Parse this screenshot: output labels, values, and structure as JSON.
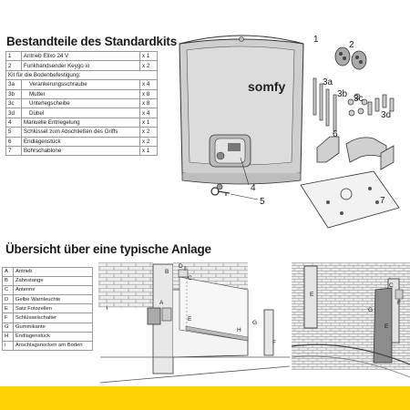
{
  "section1": {
    "title": "Bestandteile des Standardkits"
  },
  "parts_table": [
    {
      "no": "1",
      "text": "Antrieb Elixo 24 V",
      "qty": "x 1"
    },
    {
      "no": "2",
      "text": "Funkhandsender Keygo io",
      "qty": "x 2"
    },
    {
      "no": "",
      "text": "Kit für die Bodenbefestigung:",
      "qty": "",
      "header": true
    },
    {
      "no": "3a",
      "text": "Verankerungsschraube",
      "qty": "x 4",
      "sub": true
    },
    {
      "no": "3b",
      "text": "Mutter",
      "qty": "x 8",
      "sub": true
    },
    {
      "no": "3c",
      "text": "Unterlegscheibe",
      "qty": "x 8",
      "sub": true
    },
    {
      "no": "3d",
      "text": "Dübel",
      "qty": "x 4",
      "sub": true
    },
    {
      "no": "4",
      "text": "Manuelle Entriegelung",
      "qty": "x 1"
    },
    {
      "no": "5",
      "text": "Schlüssel zum Abschließen des Griffs",
      "qty": "x 2"
    },
    {
      "no": "6",
      "text": "Endlagenstück",
      "qty": "x 2"
    },
    {
      "no": "7",
      "text": "Bohrschablone",
      "qty": "x 1"
    }
  ],
  "section2": {
    "title": "Übersicht über eine typische Anlage"
  },
  "legend_table": [
    {
      "key": "A",
      "text": "Antrieb"
    },
    {
      "key": "B",
      "text": "Zahnstange"
    },
    {
      "key": "C",
      "text": "Antenne"
    },
    {
      "key": "D",
      "text": "Gelbe Warnleuchte"
    },
    {
      "key": "E",
      "text": "Satz Fotozellen"
    },
    {
      "key": "F",
      "text": "Schlüsselschalter"
    },
    {
      "key": "G",
      "text": "Gummikante"
    },
    {
      "key": "H",
      "text": "Endlagenstück"
    },
    {
      "key": "i",
      "text": "Anschlagsnocken am Boden"
    }
  ],
  "product": {
    "brand": "somfy"
  },
  "callouts": {
    "c1": "1",
    "c2": "2",
    "c3a": "3a",
    "c3b": "3b",
    "c3c": "3c",
    "c3d": "3d",
    "c4": "4",
    "c5": "5",
    "c6": "6",
    "c7": "7"
  },
  "install_labels": {
    "A": "A",
    "B": "B",
    "C": "C",
    "D": "D",
    "E": "E",
    "F": "F",
    "G": "G",
    "H": "H",
    "i": "i"
  },
  "colors": {
    "accent_band": "#ffd200",
    "brick": "#e6e6e6",
    "line": "#333333"
  }
}
